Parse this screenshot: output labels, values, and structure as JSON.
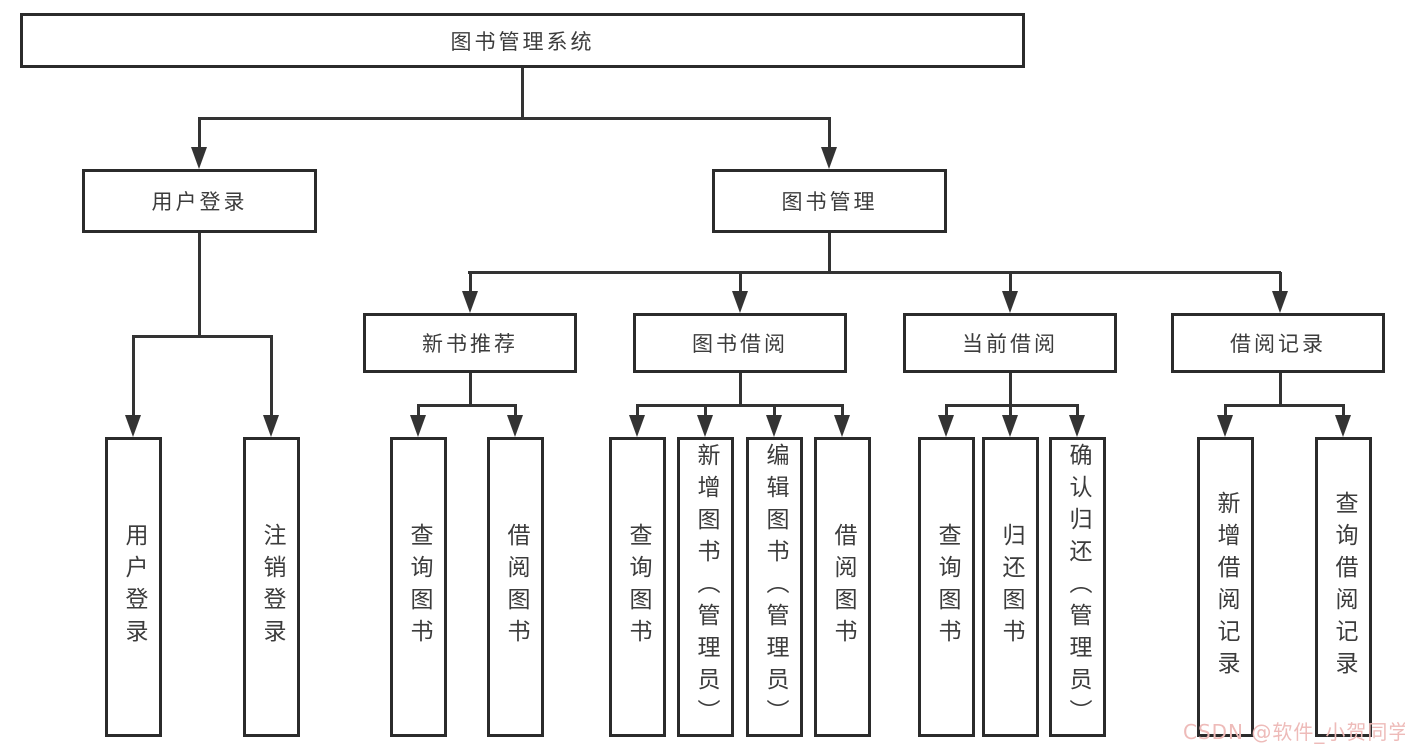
{
  "colors": {
    "line": "#333333",
    "border": "#2b2b2b",
    "text": "#3c3c3c",
    "box_fill": "#ffffff",
    "bg": "#ffffff",
    "watermark": "#eebbb9"
  },
  "watermark": {
    "text": "CSDN @软件_小贺同学"
  },
  "tree": {
    "root": {
      "label": "图书管理系统"
    },
    "branches": [
      {
        "label": "用户登录",
        "children": [
          {
            "label": "用户登录"
          },
          {
            "label": "注销登录"
          }
        ]
      },
      {
        "label": "图书管理",
        "children": [
          {
            "label": "新书推荐",
            "children": [
              {
                "label": "查询图书"
              },
              {
                "label": "借阅图书"
              }
            ]
          },
          {
            "label": "图书借阅",
            "children": [
              {
                "label": "查询图书"
              },
              {
                "label": "新增图书（管理员）"
              },
              {
                "label": "编辑图书（管理员）"
              },
              {
                "label": "借阅图书"
              }
            ]
          },
          {
            "label": "当前借阅",
            "children": [
              {
                "label": "查询图书"
              },
              {
                "label": "归还图书"
              },
              {
                "label": "确认归还（管理员）"
              }
            ]
          },
          {
            "label": "借阅记录",
            "children": [
              {
                "label": "新增借阅记录"
              },
              {
                "label": "查询借阅记录"
              }
            ]
          }
        ]
      }
    ]
  }
}
